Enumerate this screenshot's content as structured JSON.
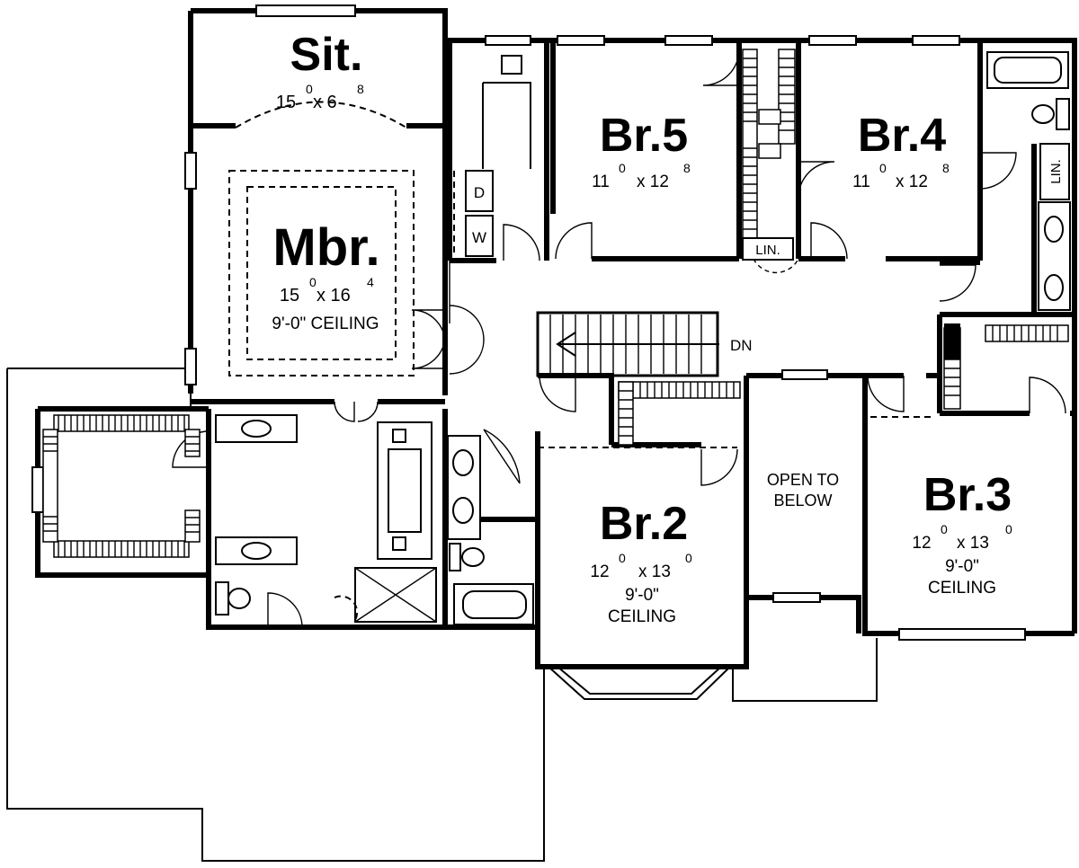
{
  "rooms": {
    "sit": {
      "name": "Sit.",
      "dim_w": "15",
      "dim_w_sup": "0",
      "dim_x": "x 6",
      "dim_d_sup": "8"
    },
    "mbr": {
      "name": "Mbr.",
      "dim_w": "15",
      "dim_w_sup": "0",
      "dim_x": "x 16",
      "dim_d_sup": "4",
      "ceiling": "9'-0\" CEILING"
    },
    "br5": {
      "name": "Br.5",
      "dim_w": "11",
      "dim_w_sup": "0",
      "dim_x": "x 12",
      "dim_d_sup": "8"
    },
    "br4": {
      "name": "Br.4",
      "dim_w": "11",
      "dim_w_sup": "0",
      "dim_x": "x 12",
      "dim_d_sup": "8"
    },
    "br2": {
      "name": "Br.2",
      "dim_w": "12",
      "dim_w_sup": "0",
      "dim_x": "x 13",
      "dim_d_sup": "0",
      "ceiling_1": "9'-0\"",
      "ceiling_2": "CEILING"
    },
    "br3": {
      "name": "Br.3",
      "dim_w": "12",
      "dim_w_sup": "0",
      "dim_x": "x 13",
      "dim_d_sup": "0",
      "ceiling_1": "9'-0\"",
      "ceiling_2": "CEILING"
    }
  },
  "labels": {
    "open_to_below_1": "OPEN TO",
    "open_to_below_2": "BELOW",
    "stair_dn": "DN",
    "lin_1": "LIN.",
    "lin_2": "LIN.",
    "dryer": "D",
    "washer": "W"
  }
}
